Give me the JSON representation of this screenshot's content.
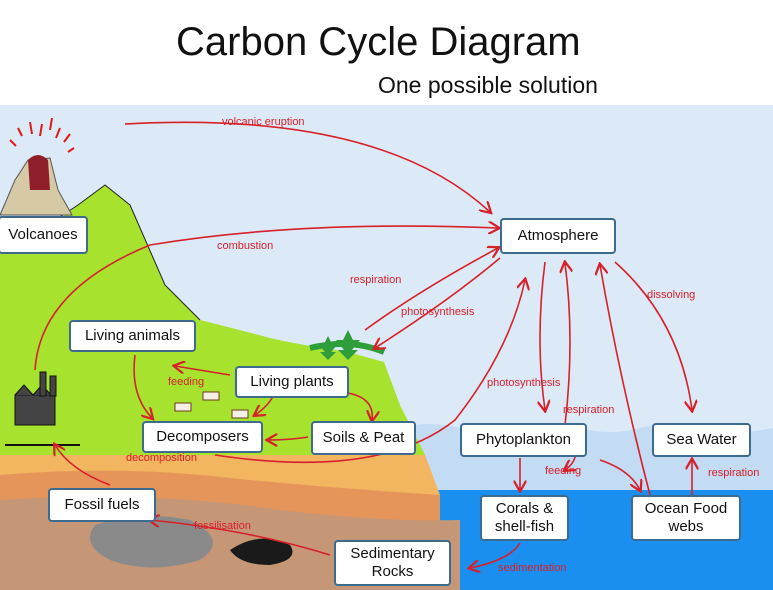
{
  "title": "Carbon Cycle Diagram",
  "subtitle": "One possible solution",
  "nodes": {
    "volcanoes": "Volcanoes",
    "atmosphere": "Atmosphere",
    "living_animals": "Living animals",
    "living_plants": "Living plants",
    "decomposers": "Decomposers",
    "soils_peat": "Soils & Peat",
    "fossil_fuels": "Fossil fuels",
    "sedimentary_rocks": "Sedimentary\nRocks",
    "phytoplankton": "Phytoplankton",
    "sea_water": "Sea Water",
    "corals": "Corals &\nshell-fish",
    "ocean_food_webs": "Ocean Food\nwebs"
  },
  "labels": {
    "volcanic_eruption": "volcanic eruption",
    "combustion": "combustion",
    "respiration_land": "respiration",
    "photosynthesis_land": "photosynthesis",
    "photosynthesis_ocean": "photosynthesis",
    "respiration_ocean": "respiration",
    "dissolving": "dissolving",
    "feeding_land": "feeding",
    "feeding_ocean": "feeding",
    "decomposition": "decomposition",
    "fossilisation": "fossilisation",
    "sedimentation": "sedimentation",
    "respiration_sea": "respiration"
  },
  "colors": {
    "sky": "#dceaf7",
    "land": "#a6e22e",
    "ocean": "#1b8ff0",
    "arrow": "#d6202a",
    "box_border": "#3d6b8f"
  }
}
